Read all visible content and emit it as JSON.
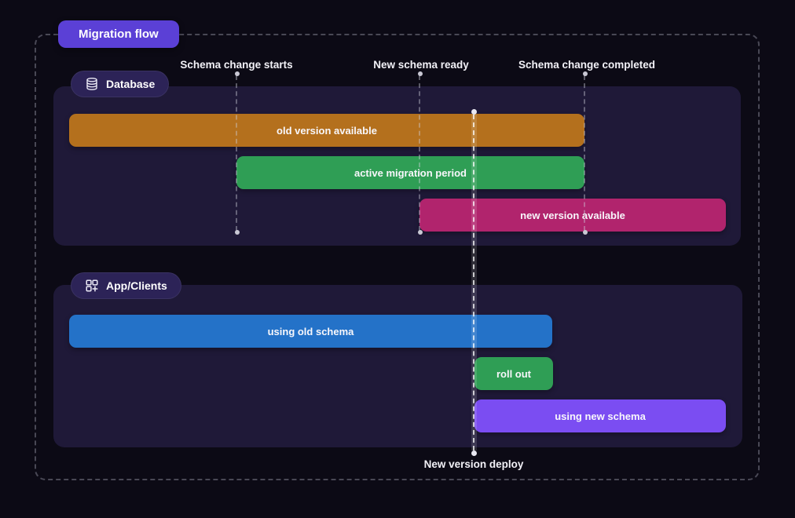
{
  "title_badge": {
    "label": "Migration flow",
    "color": "#5b40d6"
  },
  "milestones": [
    {
      "label": "Schema change starts"
    },
    {
      "label": "New schema ready"
    },
    {
      "label": "Schema change completed"
    }
  ],
  "deploy_marker": {
    "label": "New version deploy"
  },
  "lanes": [
    {
      "label": "Database",
      "icon": "database-icon",
      "bars": [
        {
          "label": "old version available",
          "color": "#b4701d"
        },
        {
          "label": "active migration period",
          "color": "#2f9e55"
        },
        {
          "label": "new version available",
          "color": "#b1246d"
        }
      ]
    },
    {
      "label": "App/Clients",
      "icon": "apps-plus-icon",
      "bars": [
        {
          "label": "using old schema",
          "color": "#2472c8"
        },
        {
          "label": "roll out",
          "color": "#2f9e55"
        },
        {
          "label": "using new schema",
          "color": "#7b4df2"
        }
      ]
    }
  ],
  "colors": {
    "background": "#0c0a15",
    "panel": "#1f1938",
    "pill": "#2c2357"
  }
}
